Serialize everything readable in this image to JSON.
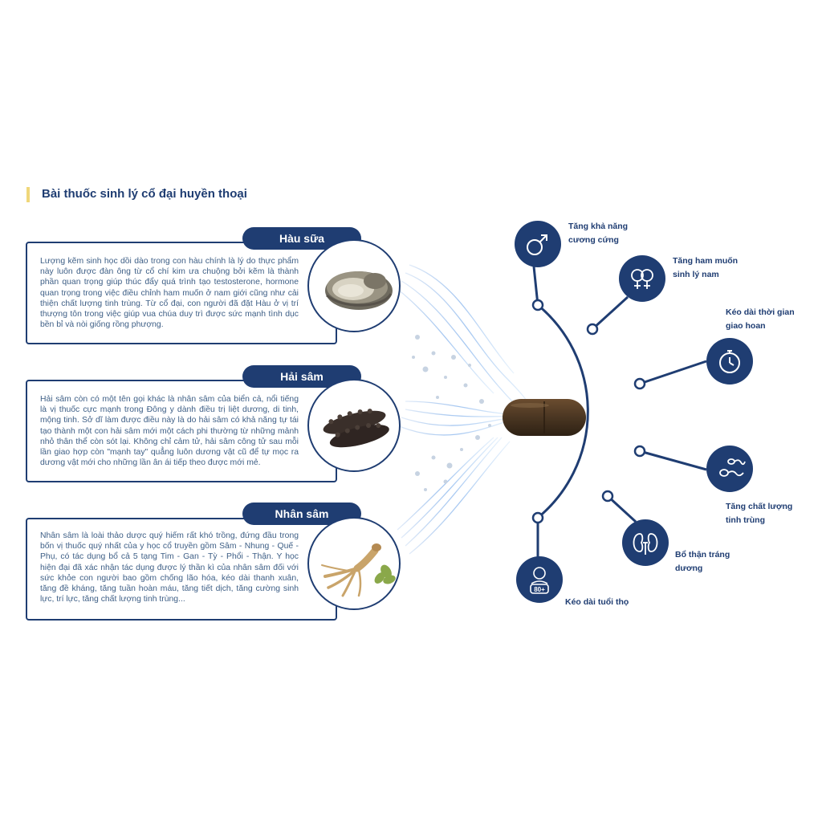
{
  "title": "Bài thuốc sinh lý cổ đại huyền thoại",
  "ingredients": [
    {
      "name": "Hàu sữa",
      "icon": "oyster-image",
      "text": "Lượng kẽm sinh học dồi dào trong con hàu chính là lý do thực phẩm này luôn được đàn ông từ cổ chí kim ưa chuộng bởi kẽm là thành phần quan trọng giúp thúc đẩy quá trình tạo testosterone, hormone quan trọng trong việc điều chỉnh ham muốn ở nam giới cũng như cải thiện chất lượng tinh trùng. Từ cổ đại, con người đã đặt Hàu ở vị trí thượng tôn trong việc giúp vua chúa duy trì được sức mạnh tình dục bền bỉ và nòi giống rồng phượng."
    },
    {
      "name": "Hải sâm",
      "icon": "sea-cucumber-image",
      "text": "Hải sâm còn có một tên gọi khác là nhân sâm của biển cả, nổi tiếng là vị thuốc cực mạnh trong Đông y dành điều trị liệt dương, di tinh, mộng tinh. Sở dĩ làm được điều này là do hải sâm có khả năng tự tái tạo thành một con hải sâm mới một cách phi thường từ những mảnh nhỏ thân thể còn sót lại. Không chỉ cảm tử, hải sâm công tử sau mỗi lần giao hợp còn \"mạnh tay\" quẳng luôn dương vật cũ để tự mọc ra dương vật mới cho những lần ân ái tiếp theo được mới mẻ."
    },
    {
      "name": "Nhân sâm",
      "icon": "ginseng-image",
      "text": "Nhân sâm là loài thảo dược quý hiếm rất khó trồng, đứng đầu trong bốn vị thuốc quý nhất của y học cổ truyền gồm Sâm - Nhung - Quế - Phụ, có tác dụng bổ cả 5 tạng Tim - Gan - Tỳ - Phổi - Thận. Y học hiện đại đã xác nhận tác dụng được lý thần kì của nhân sâm đối với sức khỏe con người bao gồm chống lão hóa, kéo dài thanh xuân, tăng đề kháng, tăng tuần hoàn máu, tăng tiết dịch, tăng cường sinh lực, trí lực, tăng chất lượng tinh trùng..."
    }
  ],
  "benefits": [
    {
      "label": "Tăng khả năng cương cứng",
      "icon": "male-symbol-icon"
    },
    {
      "label": "Tăng ham muốn sinh lý nam",
      "icon": "gender-symbols-icon"
    },
    {
      "label": "Kéo dài thời gian giao hoan",
      "icon": "stopwatch-icon"
    },
    {
      "label": "Tăng chất lượng tinh trùng",
      "icon": "sperm-icon"
    },
    {
      "label": "Bổ thận tráng dương",
      "icon": "kidney-icon"
    },
    {
      "label": "Kéo dài tuổi thọ",
      "icon": "elder-80-icon"
    }
  ],
  "age_badge": "80+",
  "colors": {
    "navy": "#1f3d72",
    "text": "#3e5f86",
    "accent": "#f0d77a",
    "wave": "#6fa6e0",
    "capsule": "#4a3622"
  }
}
